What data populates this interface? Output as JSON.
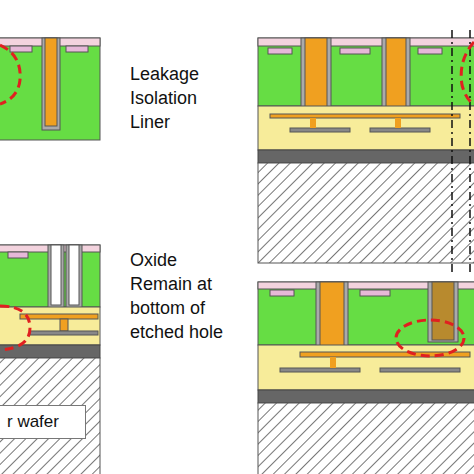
{
  "diagram": {
    "nodes": [
      {
        "text": [
          "r wafer"
        ]
      }
    ],
    "labels": [
      "Leakage Isolation Liner",
      "Oxide Remain at bottom of etched hole"
    ]
  }
}
